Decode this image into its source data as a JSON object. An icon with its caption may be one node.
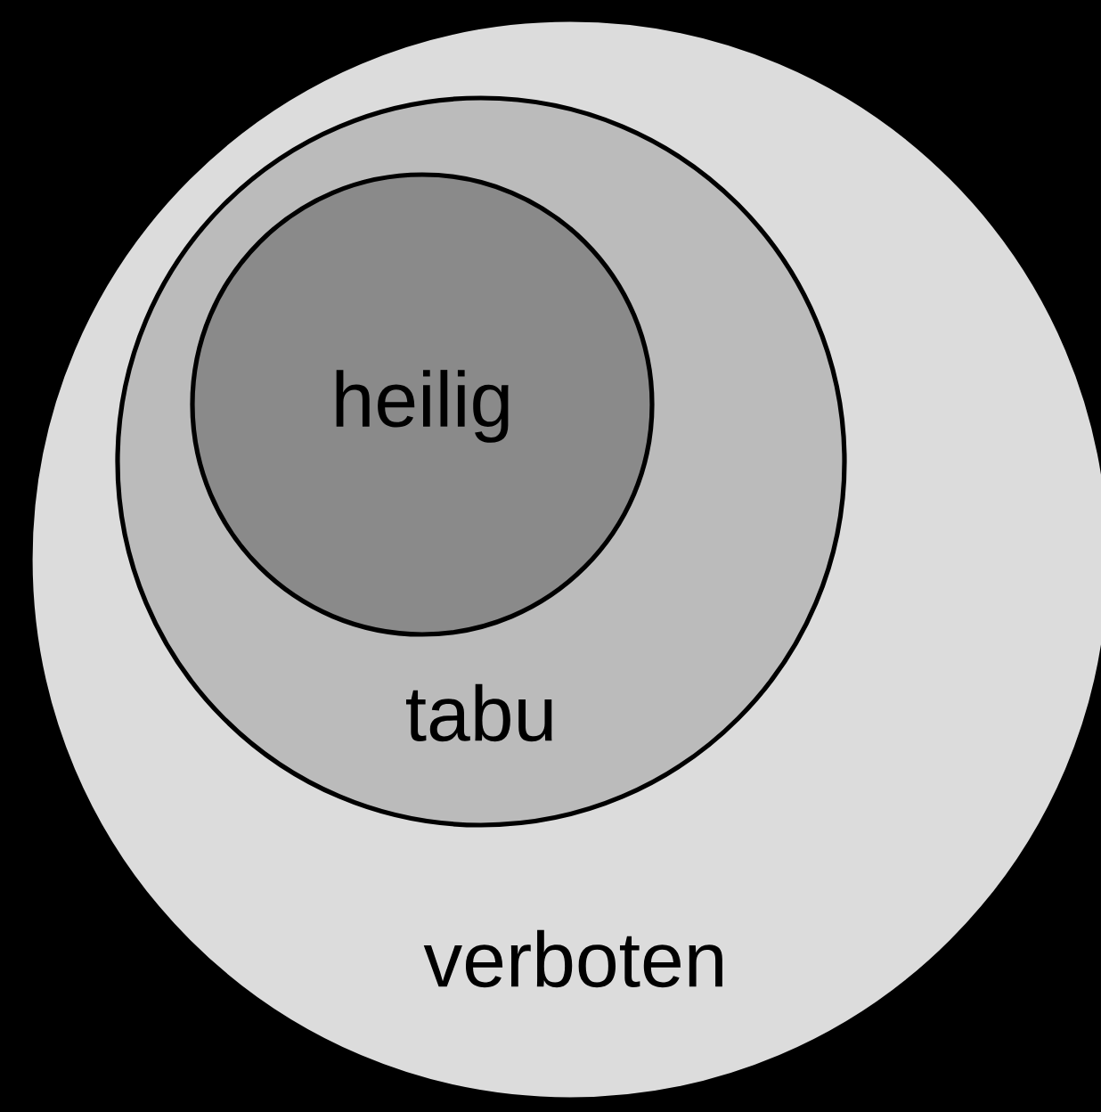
{
  "diagram": {
    "nodes": [
      {
        "text": [
          "verboten"
        ]
      },
      {
        "text": [
          "tabu"
        ],
        "in": 0
      },
      {
        "text": [
          "heilig"
        ],
        "in": 1
      }
    ]
  }
}
